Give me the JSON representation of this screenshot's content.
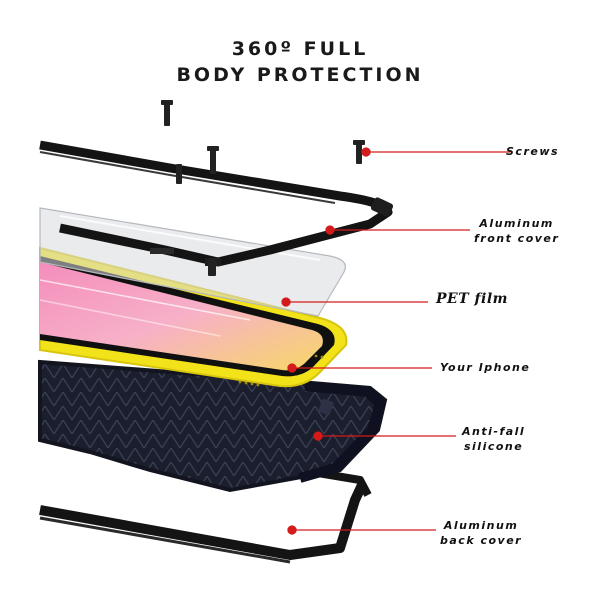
{
  "title": {
    "line1": "360º FULL",
    "line2": "BODY PROTECTION"
  },
  "callouts": [
    {
      "id": "screws",
      "lines": [
        "Screws"
      ]
    },
    {
      "id": "front",
      "lines": [
        "Aluminum",
        "front cover"
      ]
    },
    {
      "id": "pet",
      "lines": [
        "PET film"
      ]
    },
    {
      "id": "phone",
      "lines": [
        "Your Iphone"
      ]
    },
    {
      "id": "silicone",
      "lines": [
        "Anti-fall",
        "silicone"
      ]
    },
    {
      "id": "back",
      "lines": [
        "Aluminum",
        "back cover"
      ]
    }
  ],
  "colors": {
    "accent": "#d41a1a",
    "frame": "#141414",
    "phone_body": "#f2e21a",
    "silicone": "#1a1d2e",
    "screen_pink": "#f08fb5",
    "screen_yellow": "#f7d768"
  },
  "icons": [
    "screw-icon"
  ]
}
